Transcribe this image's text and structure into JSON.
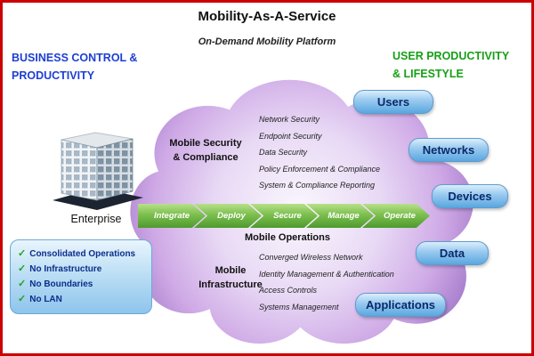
{
  "header": {
    "title": "Mobility-As-A-Service",
    "subtitle": "On-Demand Mobility Platform"
  },
  "left_heading": {
    "line1": "BUSINESS CONTROL &",
    "line2": "PRODUCTIVITY"
  },
  "right_heading": {
    "line1": "USER PRODUCTIVITY",
    "line2": "& LIFESTYLE"
  },
  "enterprise": {
    "label": "Enterprise"
  },
  "benefits": {
    "check": "✓",
    "items": [
      "Consolidated Operations",
      "No Infrastructure",
      "No Boundaries",
      "No LAN"
    ]
  },
  "process": {
    "arrows": [
      "Integrate",
      "Deploy",
      "Secure",
      "Manage",
      "Operate"
    ]
  },
  "security": {
    "label_line1": "Mobile Security",
    "label_line2": "& Compliance",
    "items": [
      "Network Security",
      "Endpoint Security",
      "Data Security",
      "Policy Enforcement & Compliance",
      "System & Compliance Reporting"
    ]
  },
  "operations": {
    "label": "Mobile Operations"
  },
  "infrastructure": {
    "label_line1": "Mobile",
    "label_line2": "Infrastructure",
    "items": [
      "Converged Wireless Network",
      "Identity Management & Authentication",
      "Access Controls",
      "Systems Management"
    ]
  },
  "entities": [
    "Users",
    "Networks",
    "Devices",
    "Data",
    "Applications"
  ],
  "colors": {
    "frame_border": "#cc0000",
    "left_heading_blue": "#1d3fd4",
    "right_heading_green": "#16a016",
    "cloud_purple": "#a97fcd",
    "arrow_green": "#4e9a2e",
    "button_blue": "#5aa7e0",
    "benefit_text_navy": "#0b2e8c"
  }
}
